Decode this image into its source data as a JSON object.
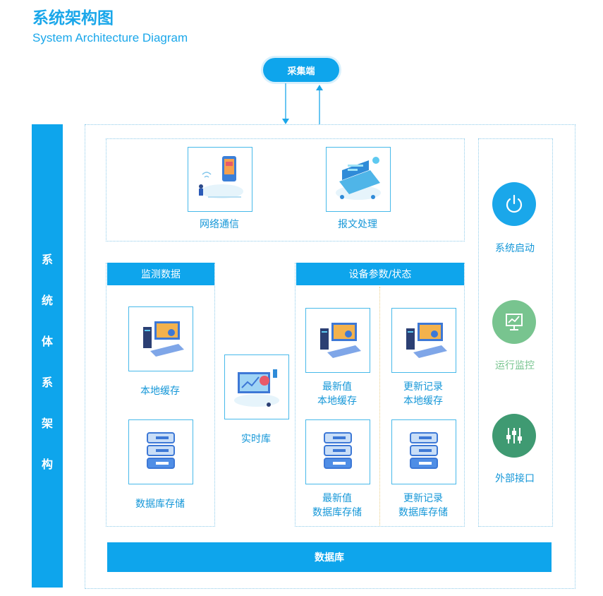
{
  "header": {
    "title": "系统架构图",
    "subtitle": "System Architecture Diagram"
  },
  "top_node": {
    "label": "采集端"
  },
  "side_bar": {
    "chars": [
      "系",
      "统",
      "体",
      "系",
      "架",
      "构"
    ]
  },
  "comm_section": {
    "network_label": "网络通信",
    "message_label": "报文处理"
  },
  "monitor": {
    "header": "监测数据",
    "local_cache_label": "本地缓存",
    "db_storage_label": "数据库存储"
  },
  "realtime": {
    "label": "实时库"
  },
  "device": {
    "header": "设备参数/状态",
    "latest_cache": [
      "最新值",
      "本地缓存"
    ],
    "update_cache": [
      "更新记录",
      "本地缓存"
    ],
    "latest_db": [
      "最新值",
      "数据库存储"
    ],
    "update_db": [
      "更新记录",
      "数据库存储"
    ]
  },
  "right_panel": {
    "startup": {
      "label": "系统启动",
      "icon": "power-icon",
      "color": "#1aa7ea"
    },
    "monitor": {
      "label": "运行监控",
      "icon": "monitor-chart-icon",
      "color": "#78c48f"
    },
    "interface": {
      "label": "外部接口",
      "icon": "sliders-icon",
      "color": "#3f9a72"
    }
  },
  "database_bar": {
    "label": "数据库"
  }
}
